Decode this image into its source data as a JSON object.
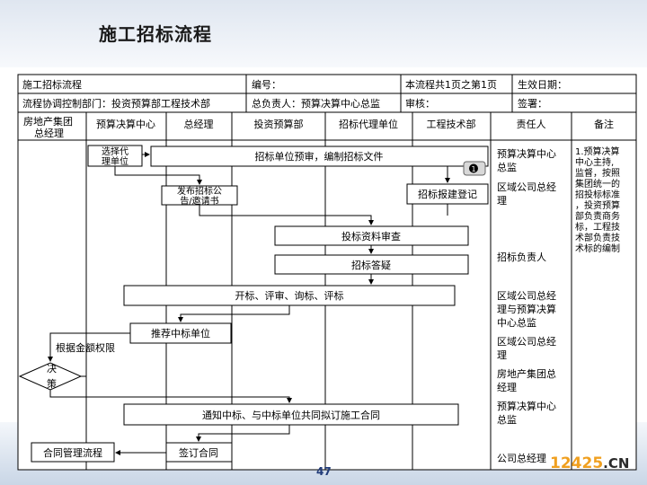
{
  "title": "施工招标流程",
  "page_number": "47",
  "watermark": {
    "main": "12425",
    "tld": ".CN"
  },
  "header": {
    "process_name": "施工招标流程",
    "number_label": "编号：",
    "page_info": "本流程共1页之第1页",
    "effective_date": "生效日期：",
    "coordinating_dept": "流程协调控制部门：投资预算部工程技术部",
    "owner": "总负责人：预算决算中心总监",
    "review": "审核：",
    "sign": "签署："
  },
  "columns": [
    "房地产集团总经理",
    "预算决算中心",
    "总经理",
    "投资预算部",
    "招标代理单位",
    "工程技术部",
    "责任人",
    "备注"
  ],
  "steps": {
    "select_agency_1": "选择代",
    "select_agency_2": "理单位",
    "prequalify": "招标单位预审，编制招标文件",
    "publish_1": "发布招标公",
    "publish_2": "告/邀请书",
    "registration": "招标报建登记",
    "review_docs": "投标资料审查",
    "qa": "招标答疑",
    "evaluation": "开标、评审、询标、评标",
    "recommend": "推荐中标单位",
    "by_amount": "根据金额权限",
    "decision_1": "决",
    "decision_2": "策",
    "notify": "通知中标、与中标单位共同拟订施工合同",
    "contract_mgmt": "合同管理流程",
    "sign_contract": "签订合同",
    "badge": "1"
  },
  "responsible": [
    "预算决算中心总监",
    "区域公司总经理",
    "招标负责人",
    "区域公司总经理与预算决算中心总监",
    "区域公司总经理",
    "房地产集团总经理",
    "预算决算中心总监",
    "公司总经理"
  ],
  "note": "1.预算决算中心主持，监督，按照集团统一的招投标标准，投资预算部负责商务标，工程技术部负责技术标的编制"
}
